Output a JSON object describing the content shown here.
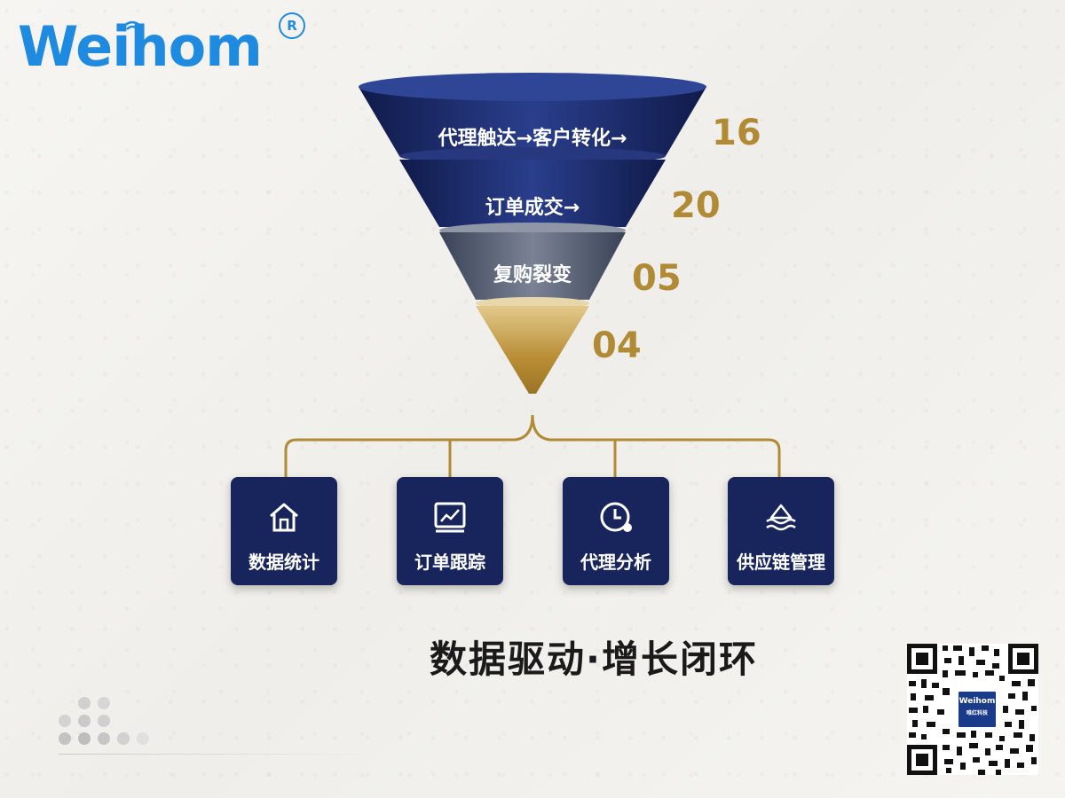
{
  "brand": {
    "logo_text": "Weihom",
    "registered_mark": "R"
  },
  "funnel": {
    "layers": [
      {
        "label": "代理触达→客户转化→",
        "value": "16"
      },
      {
        "label": "订单成交→",
        "value": "20"
      },
      {
        "label": "复购裂变",
        "value": "05"
      },
      {
        "label": "",
        "value": "04"
      }
    ],
    "colors": {
      "navy": "#1c2f74",
      "navy_dark": "#101b4a",
      "gray": "#5e6677",
      "gold": "#c19a43",
      "number": "#b08a35"
    }
  },
  "modules": [
    {
      "label": "数据统计",
      "icon": "home-icon"
    },
    {
      "label": "订单跟踪",
      "icon": "chart-icon"
    },
    {
      "label": "代理分析",
      "icon": "clock-icon"
    },
    {
      "label": "供应链管理",
      "icon": "ship-icon"
    }
  ],
  "slogan": "数据驱动·增长闭环",
  "qr": {
    "badge_brand": "Weihom",
    "badge_sub": "唯红科技"
  }
}
